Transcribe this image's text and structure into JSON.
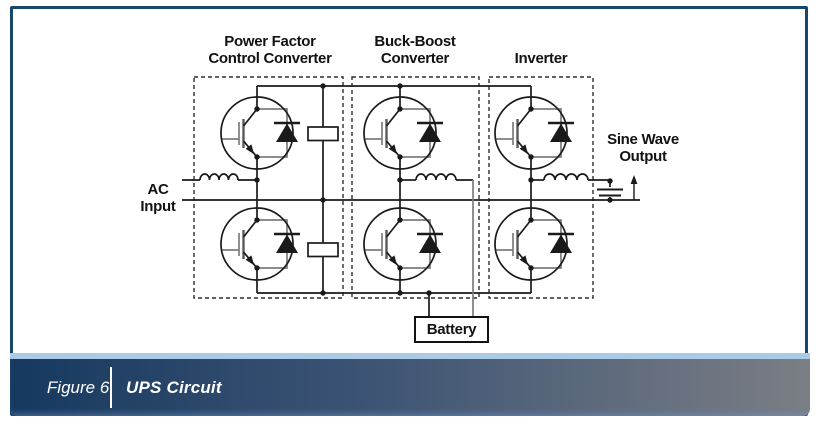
{
  "caption": {
    "label": "Figure 6.",
    "title": "UPS Circuit"
  },
  "diagram": {
    "block_labels": [
      [
        "Power Factor",
        "Control Converter"
      ],
      [
        "Buck-Boost",
        "Converter"
      ],
      [
        "Inverter"
      ]
    ],
    "ac_input": [
      "AC",
      "Input"
    ],
    "output": [
      "Sine Wave",
      "Output"
    ],
    "battery_label": "Battery",
    "components": {
      "igbt_cells": 6,
      "dc_link_capacitors": 2,
      "inductors": 3,
      "output_capacitor": 1
    },
    "colors": {
      "frame_border": "#17486b",
      "caption_strip": "#a9cbe7",
      "caption_gradient_start": "#16395f",
      "caption_gradient_end": "#7b7e84",
      "caption_text": "#ffffff",
      "wire": "#1a1a1a",
      "wire_secondary": "#7d7d7d",
      "dashed_box": "#2e2e2e"
    }
  }
}
